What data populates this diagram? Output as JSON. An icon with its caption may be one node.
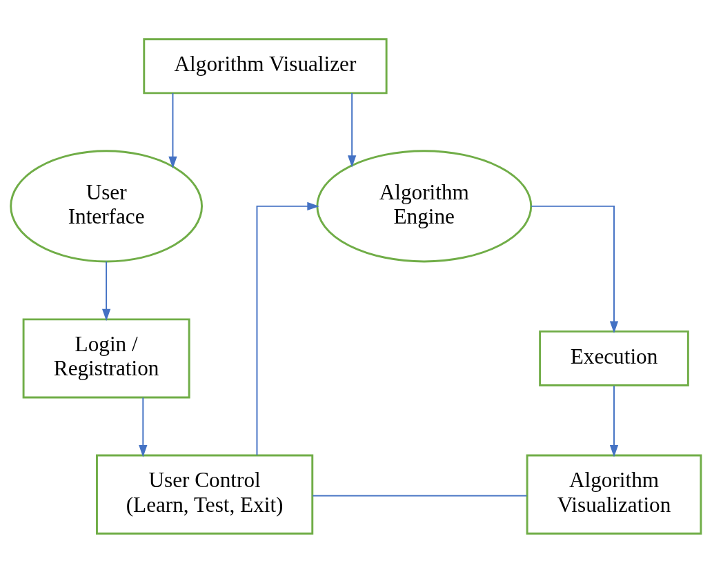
{
  "diagram": {
    "nodes": [
      {
        "text": [
          "Algorithm Visualizer"
        ]
      },
      {
        "text": [
          "User Interface"
        ]
      },
      {
        "text": [
          "Algorithm Engine"
        ]
      },
      {
        "text": [
          "Login / Registration"
        ]
      },
      {
        "text": [
          "Execution"
        ]
      },
      {
        "text": [
          "User Control (Learn, Test, Exit)"
        ]
      },
      {
        "text": [
          "Algorithm Visualization"
        ]
      }
    ],
    "edges": [
      {
        "from": 0,
        "to": 1,
        "arrow": "to"
      },
      {
        "from": 0,
        "to": 2,
        "arrow": "to"
      },
      {
        "from": 1,
        "to": 3,
        "arrow": "to"
      },
      {
        "from": 3,
        "to": 5,
        "arrow": "to"
      },
      {
        "from": 5,
        "to": 2,
        "arrow": "to"
      },
      {
        "from": 2,
        "to": 4,
        "arrow": "to"
      },
      {
        "from": 4,
        "to": 6,
        "arrow": "to"
      },
      {
        "from": 5,
        "to": 6,
        "arrow": "none"
      }
    ]
  }
}
